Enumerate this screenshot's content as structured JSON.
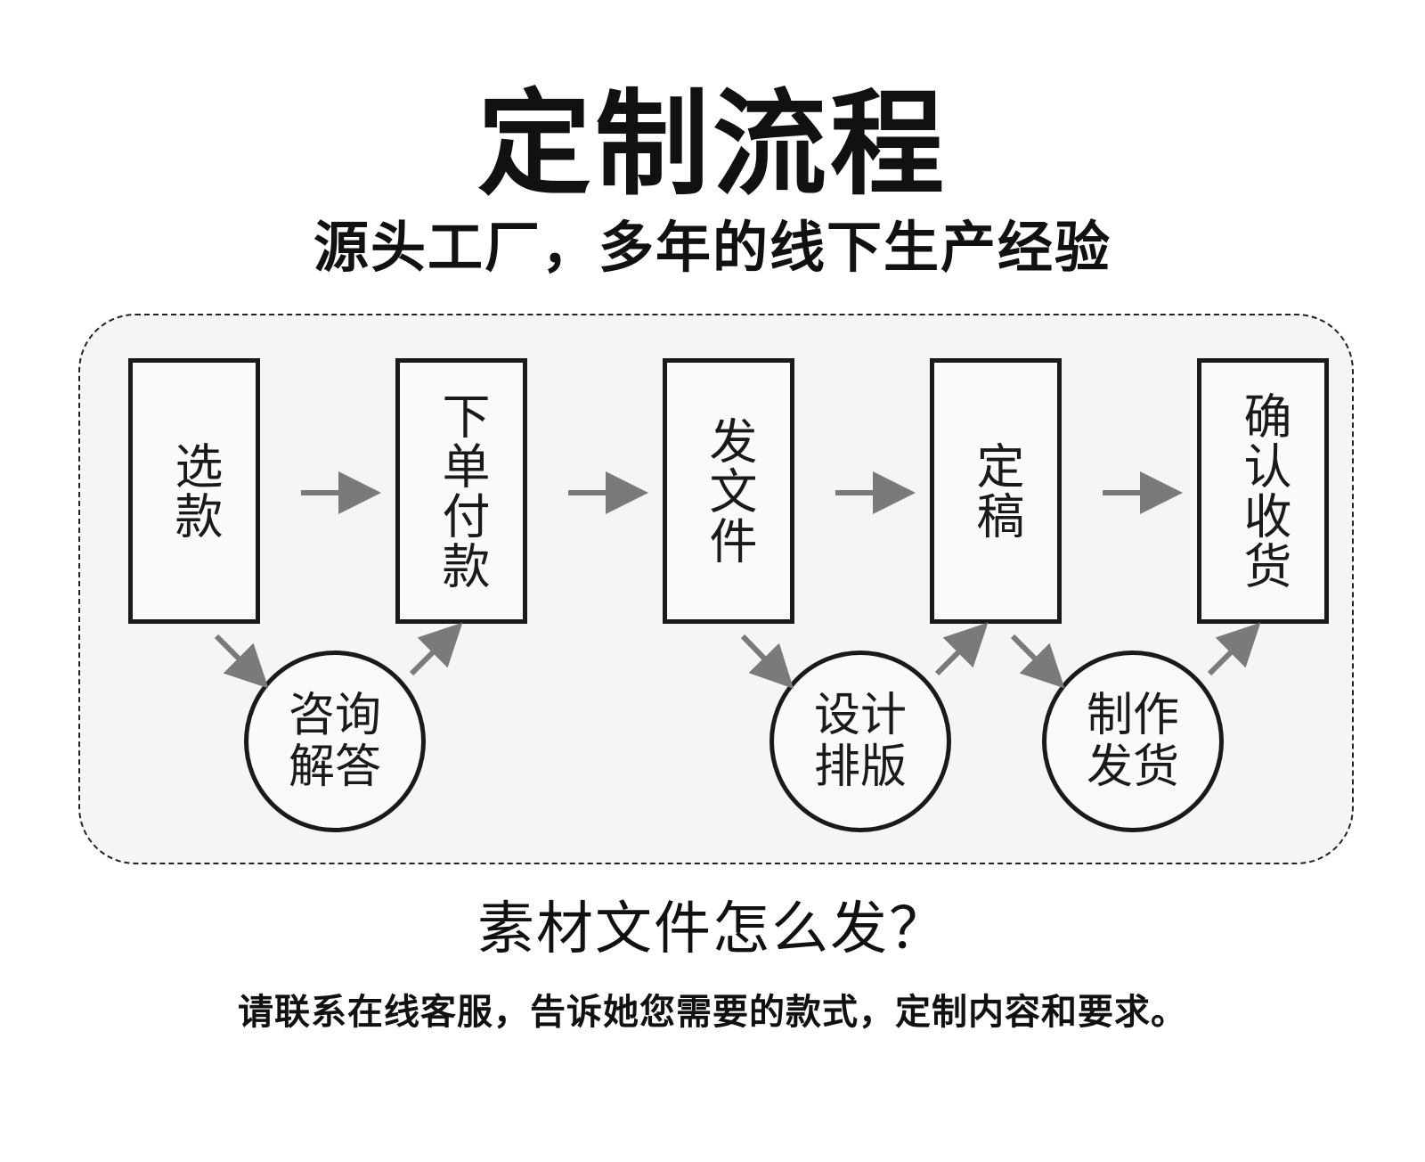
{
  "title": "定制流程",
  "subtitle": "源头工厂，多年的线下生产经验",
  "steps": [
    {
      "label": "选款"
    },
    {
      "label": "下单付款"
    },
    {
      "label": "发文件"
    },
    {
      "label": "定稿"
    },
    {
      "label": "确认收货"
    }
  ],
  "sub_steps": [
    {
      "line1": "咨询",
      "line2": "解答"
    },
    {
      "line1": "设计",
      "line2": "排版"
    },
    {
      "line1": "制作",
      "line2": "发货"
    }
  ],
  "question": "素材文件怎么发？",
  "contact_note": "请联系在线客服，告诉她您需要的款式，定制内容和要求。",
  "colors": {
    "arrow": "#7a7a7a",
    "outline": "#1a1a1a",
    "panel_bg": "#f5f5f5"
  }
}
